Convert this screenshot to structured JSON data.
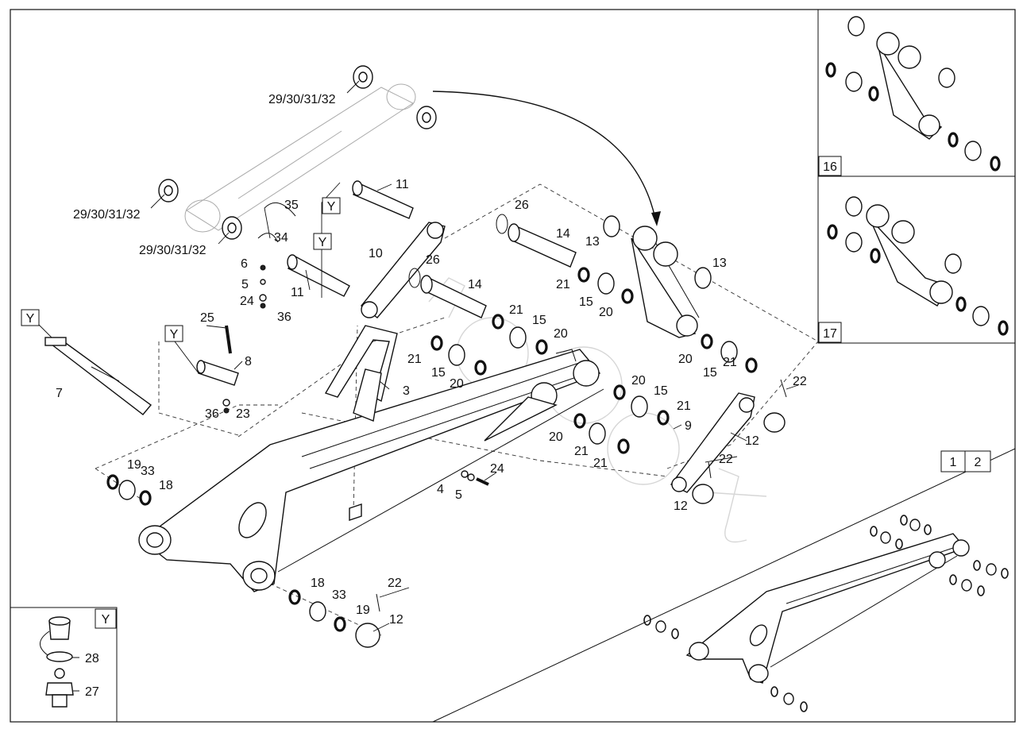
{
  "callouts": {
    "c29a": "29/30/31/32",
    "c29b": "29/30/31/32",
    "c29c": "29/30/31/32",
    "c11a": "11",
    "c11b": "11",
    "c35": "35",
    "c34": "34",
    "c6": "6",
    "c5a": "5",
    "c24a": "24",
    "c36a": "36",
    "c10": "10",
    "c26a": "26",
    "c26b": "26",
    "c14a": "14",
    "c14b": "14",
    "c13a": "13",
    "c13b": "13",
    "c21a": "21",
    "c21b": "21",
    "c21c": "21",
    "c21d": "21",
    "c21e": "21",
    "c15a": "15",
    "c15b": "15",
    "c15c": "15",
    "c15d": "15",
    "c15e": "15",
    "c20a": "20",
    "c20b": "20",
    "c20c": "20",
    "c20d": "20",
    "c20e": "20",
    "c20f": "20",
    "c25": "25",
    "c8": "8",
    "c7": "7",
    "c36b": "36",
    "c23": "23",
    "c3": "3",
    "c22a": "22",
    "c22b": "22",
    "c22c": "22",
    "c9": "9",
    "c12a": "12",
    "c12b": "12",
    "c12c": "12",
    "c21f": "21",
    "c21g": "21",
    "c19a": "19",
    "c33a": "33",
    "c18a": "18",
    "c4": "4",
    "c5b": "5",
    "c24b": "24",
    "c18b": "18",
    "c33b": "33",
    "c19b": "19",
    "c28": "28",
    "c27": "27"
  },
  "y_tags": [
    "Y",
    "Y",
    "Y",
    "Y",
    "Y"
  ],
  "inset_16": "16",
  "inset_17": "17",
  "variant_tabs": [
    "1",
    "2"
  ]
}
